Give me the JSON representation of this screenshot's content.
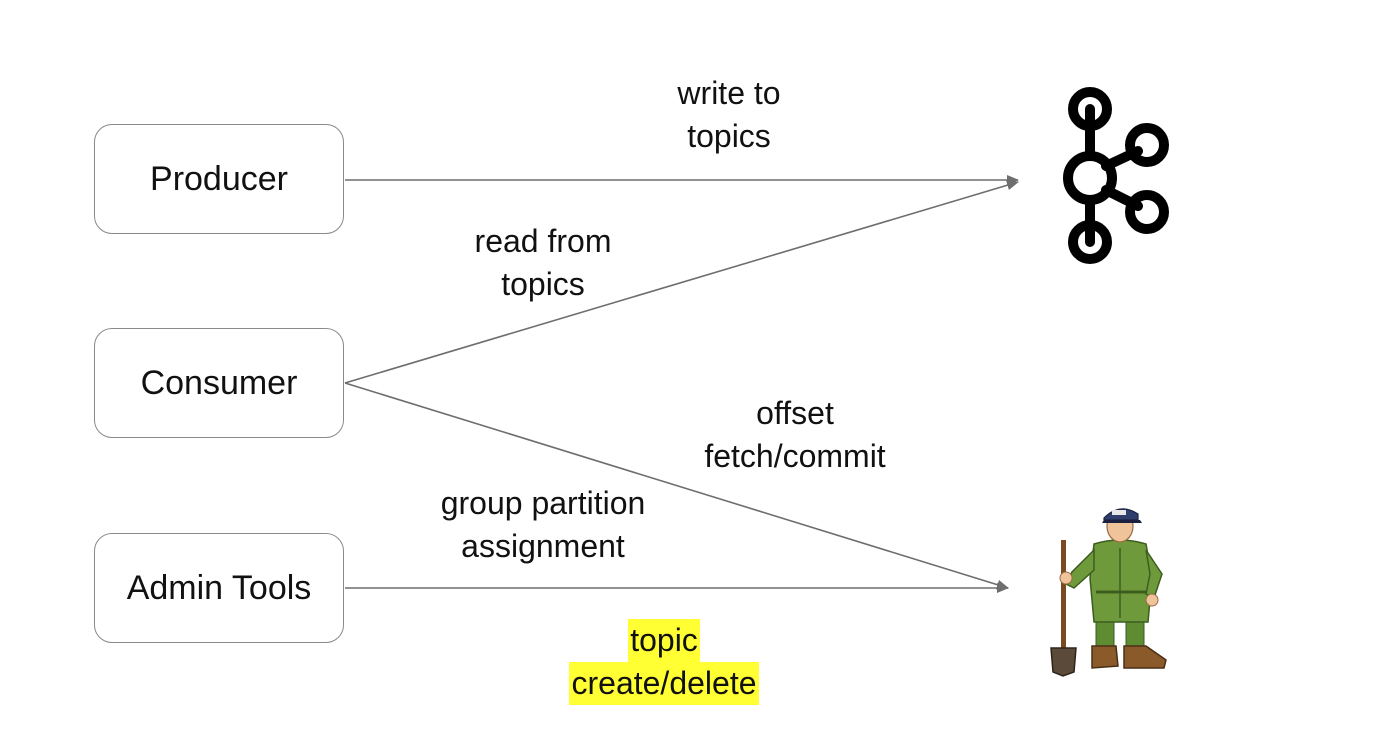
{
  "nodes": {
    "producer": "Producer",
    "consumer": "Consumer",
    "admin_tools": "Admin Tools"
  },
  "edges": {
    "write": {
      "line1": "write to",
      "line2": "topics"
    },
    "read": {
      "line1": "read from",
      "line2": "topics"
    },
    "offset": {
      "line1": "offset",
      "line2": "fetch/commit"
    },
    "group": {
      "line1": "group partition",
      "line2": "assignment"
    },
    "topic": {
      "line1": "topic",
      "line2": "create/delete"
    }
  },
  "icons": {
    "kafka": "kafka-logo-icon",
    "zookeeper": "zookeeper-keeper-icon"
  },
  "colors": {
    "line": "#6e6e6e",
    "highlight": "#ffff33",
    "uniform": "#6f9a3c"
  }
}
